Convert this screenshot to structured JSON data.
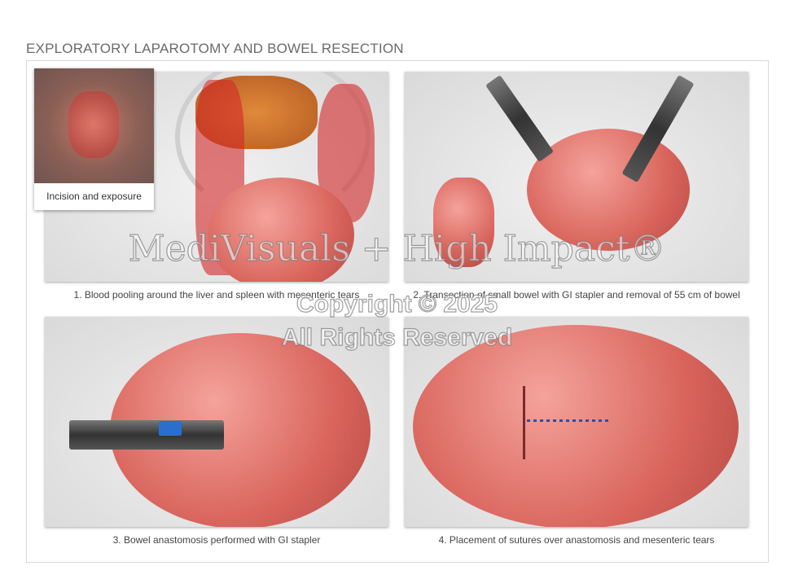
{
  "title": "EXPLORATORY LAPAROTOMY AND BOWEL RESECTION",
  "inset": {
    "caption": "Incision and exposure"
  },
  "panels": [
    {
      "caption": "1. Blood pooling around the liver and spleen with mesenteric tears"
    },
    {
      "caption": "2. Transection of small bowel with GI stapler and removal of 55 cm of bowel"
    },
    {
      "caption": "3. Bowel anastomosis performed with GI stapler"
    },
    {
      "caption": "4. Placement of sutures over anastomosis and mesenteric tears"
    }
  ],
  "watermark": {
    "brand": "MediVisuals + High Impact®",
    "copyright": "Copyright © 2025",
    "rights": "All Rights Reserved"
  }
}
